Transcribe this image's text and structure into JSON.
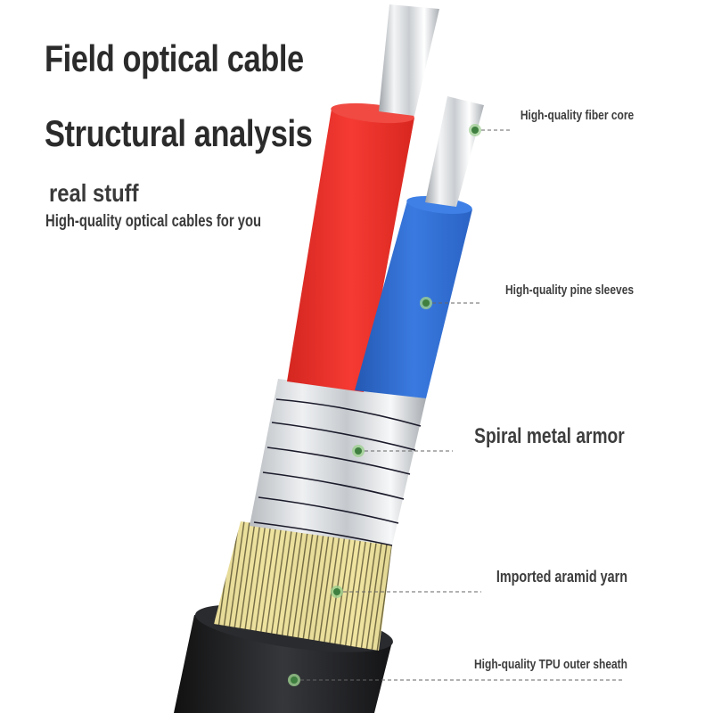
{
  "header": {
    "title_line1": "Field optical cable",
    "title_line2": "Structural analysis",
    "subtitle": "real stuff",
    "tagline": "High-quality optical cables for you"
  },
  "callouts": [
    {
      "id": "fiber-core",
      "label": "High-quality fiber core"
    },
    {
      "id": "pine-sleeves",
      "label": "High-quality pine sleeves"
    },
    {
      "id": "spiral-armor",
      "label": "Spiral metal armor"
    },
    {
      "id": "aramid-yarn",
      "label": "Imported aramid yarn"
    },
    {
      "id": "tpu-sheath",
      "label": "High-quality TPU outer sheath"
    }
  ],
  "colors": {
    "red_sleeve": "#e8302a",
    "blue_sleeve": "#2f6fd0",
    "armor": "#d9dcdf",
    "aramid": "#e3d27a",
    "sheath": "#1f1f22",
    "marker": "#5a9a5a"
  }
}
